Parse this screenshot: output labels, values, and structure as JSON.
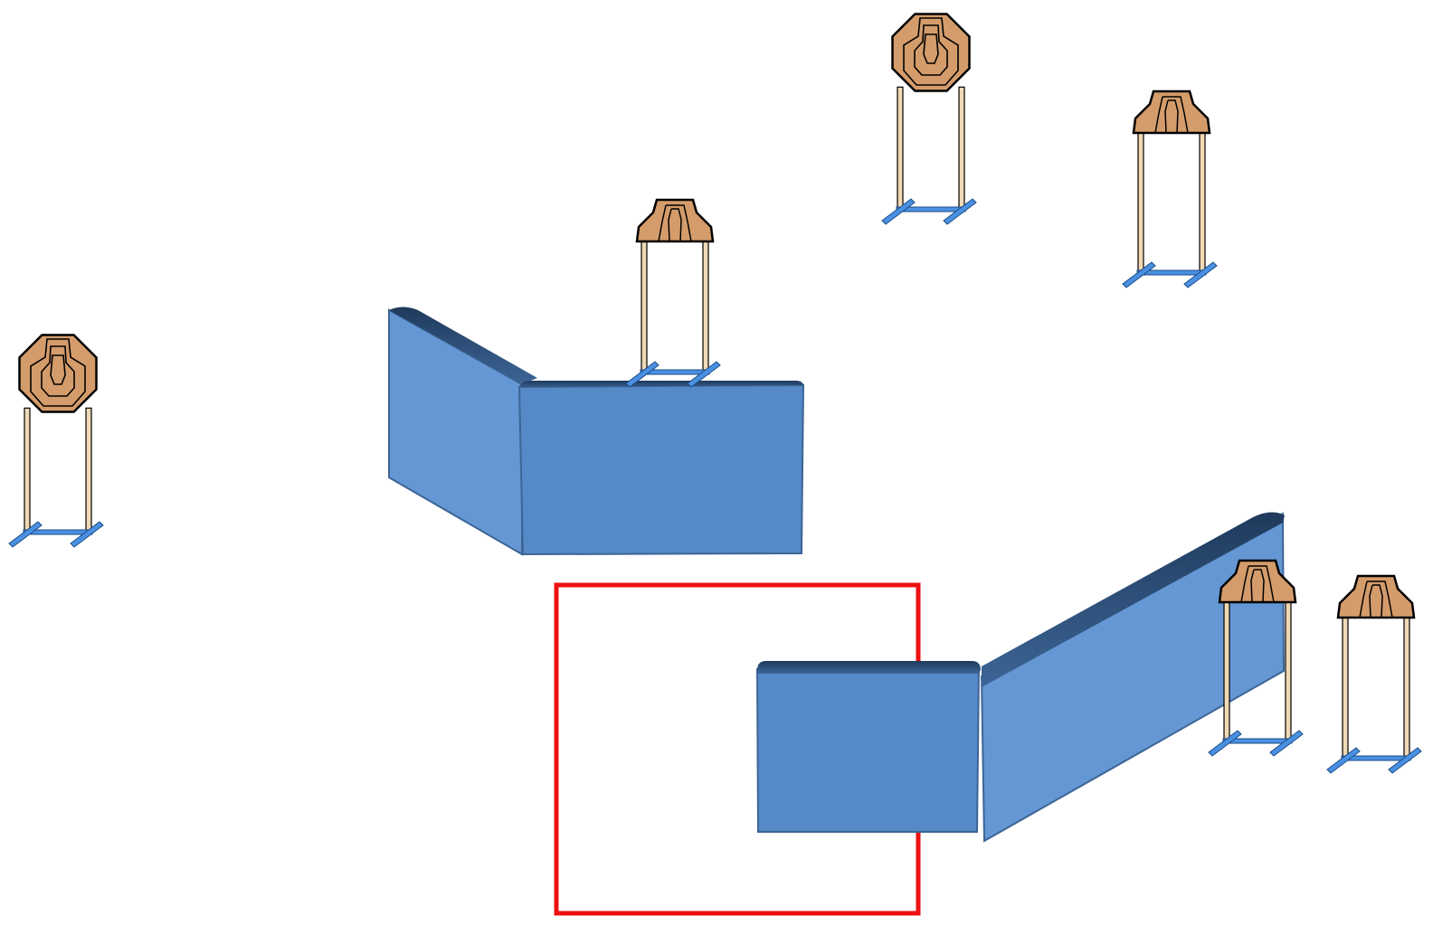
{
  "scene": {
    "type": "shooting-stage-diagram",
    "background": "#ffffff",
    "colors": {
      "wall_front": "#5589c7",
      "wall_side": "#6497d3",
      "wall_top": "#2d4f77",
      "wall_edge": "#3d6596",
      "target_fill": "#d49c6a",
      "target_stroke": "#000000",
      "stand_post": "#f0d9b5",
      "stand_base": "#4a90e2",
      "shooting_box": "#ee1111"
    },
    "targets": [
      {
        "id": "target-1",
        "kind": "octagon"
      },
      {
        "id": "target-2",
        "kind": "ipsc-partial"
      },
      {
        "id": "target-3",
        "kind": "octagon"
      },
      {
        "id": "target-4",
        "kind": "ipsc-partial"
      },
      {
        "id": "target-5",
        "kind": "ipsc-partial"
      },
      {
        "id": "target-6",
        "kind": "ipsc-partial"
      }
    ],
    "walls": [
      {
        "id": "wall-1",
        "shape": "angled-barricade"
      },
      {
        "id": "wall-2",
        "shape": "angled-barricade"
      }
    ],
    "shooting_box": {
      "id": "shooting-box",
      "shape": "rectangle"
    }
  }
}
